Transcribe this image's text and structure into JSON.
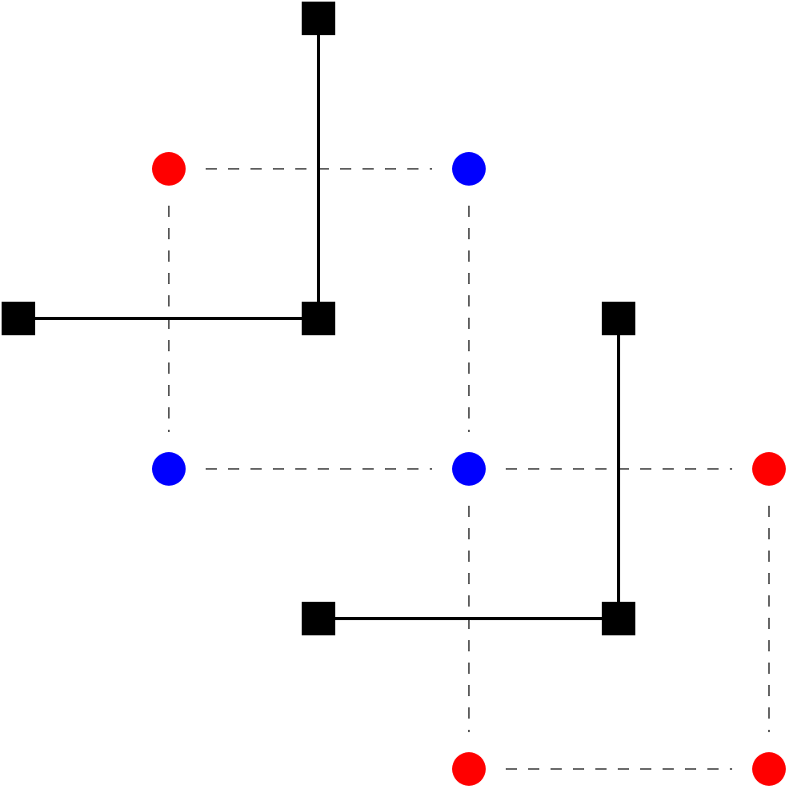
{
  "colors": {
    "background": "#ffffff",
    "solid_edge": "#000000",
    "dashed_edge": "#000000",
    "square": "#000000",
    "red": "#ff0000",
    "blue": "#0000ff"
  },
  "diagram": {
    "squares": [
      {
        "col": 0,
        "row": 1
      },
      {
        "col": 1,
        "row": 1
      },
      {
        "col": 1,
        "row": 0
      },
      {
        "col": 2,
        "row": 1
      },
      {
        "col": 2,
        "row": 2
      },
      {
        "col": 1,
        "row": 2
      }
    ],
    "solid_edges": [
      [
        0,
        1
      ],
      [
        1,
        2
      ],
      [
        3,
        4
      ],
      [
        4,
        5
      ]
    ],
    "circles": [
      {
        "col": 0,
        "row": 0,
        "color": "red"
      },
      {
        "col": 1,
        "row": 0,
        "color": "blue"
      },
      {
        "col": 0,
        "row": 1,
        "color": "blue"
      },
      {
        "col": 1,
        "row": 1,
        "color": "blue"
      },
      {
        "col": 2,
        "row": 1,
        "color": "red"
      },
      {
        "col": 1,
        "row": 2,
        "color": "red"
      },
      {
        "col": 2,
        "row": 2,
        "color": "red"
      }
    ],
    "dashed_edges": [
      [
        0,
        1
      ],
      [
        0,
        2
      ],
      [
        1,
        3
      ],
      [
        2,
        3
      ],
      [
        3,
        4
      ],
      [
        3,
        5
      ],
      [
        4,
        6
      ],
      [
        5,
        6
      ]
    ]
  }
}
